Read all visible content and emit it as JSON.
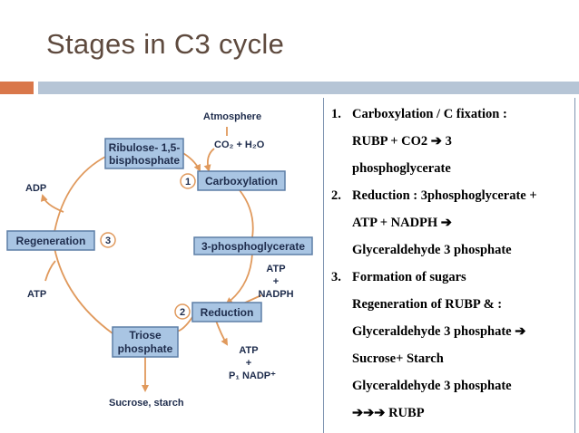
{
  "slide": {
    "title": "Stages in C3 cycle"
  },
  "diagram": {
    "atmosphere": "Atmosphere",
    "co2_h2o": "CO₂ + H₂O",
    "rubp_line1": "Ribulose- 1,5-",
    "rubp_line2": "bisphosphate",
    "carboxylation": "Carboxylation",
    "adp": "ADP",
    "regeneration": "Regeneration",
    "pga": "3-phosphoglycerate",
    "atp_top": "ATP",
    "plus_top": "+",
    "nadph": "NADPH",
    "atp_left": "ATP",
    "reduction": "Reduction",
    "triose_line1": "Triose",
    "triose_line2": "phosphate",
    "atp_bottom": "ATP",
    "plus_bottom": "+",
    "pi_nadp": "P₁ NADP⁺",
    "sucrose_starch": "Sucrose, starch",
    "num1": "1",
    "num2": "2",
    "num3": "3",
    "colors": {
      "box_fill": "#a9c5e3",
      "box_stroke": "#5d7ea6",
      "arrow": "#e0995c",
      "text": "#1e2c4c"
    }
  },
  "stages": {
    "line1": "1.",
    "line1_text": "Carboxylation / C fixation :",
    "line2": "RUBP + CO2 ➔ 3",
    "line3": "phosphoglycerate",
    "line4": "2.",
    "line4_text": "Reduction : 3phosphoglycerate +",
    "line5": "ATP + NADPH ➔",
    "line6": "Glyceraldehyde 3 phosphate",
    "line7": "3.",
    "line7_text": "Formation of sugars",
    "line8": "Regeneration of RUBP & :",
    "line9": "Glyceraldehyde 3 phosphate ➔",
    "line10": "Sucrose+ Starch",
    "line11": "Glyceraldehyde 3 phosphate",
    "line12": "➔➔➔ RUBP"
  }
}
